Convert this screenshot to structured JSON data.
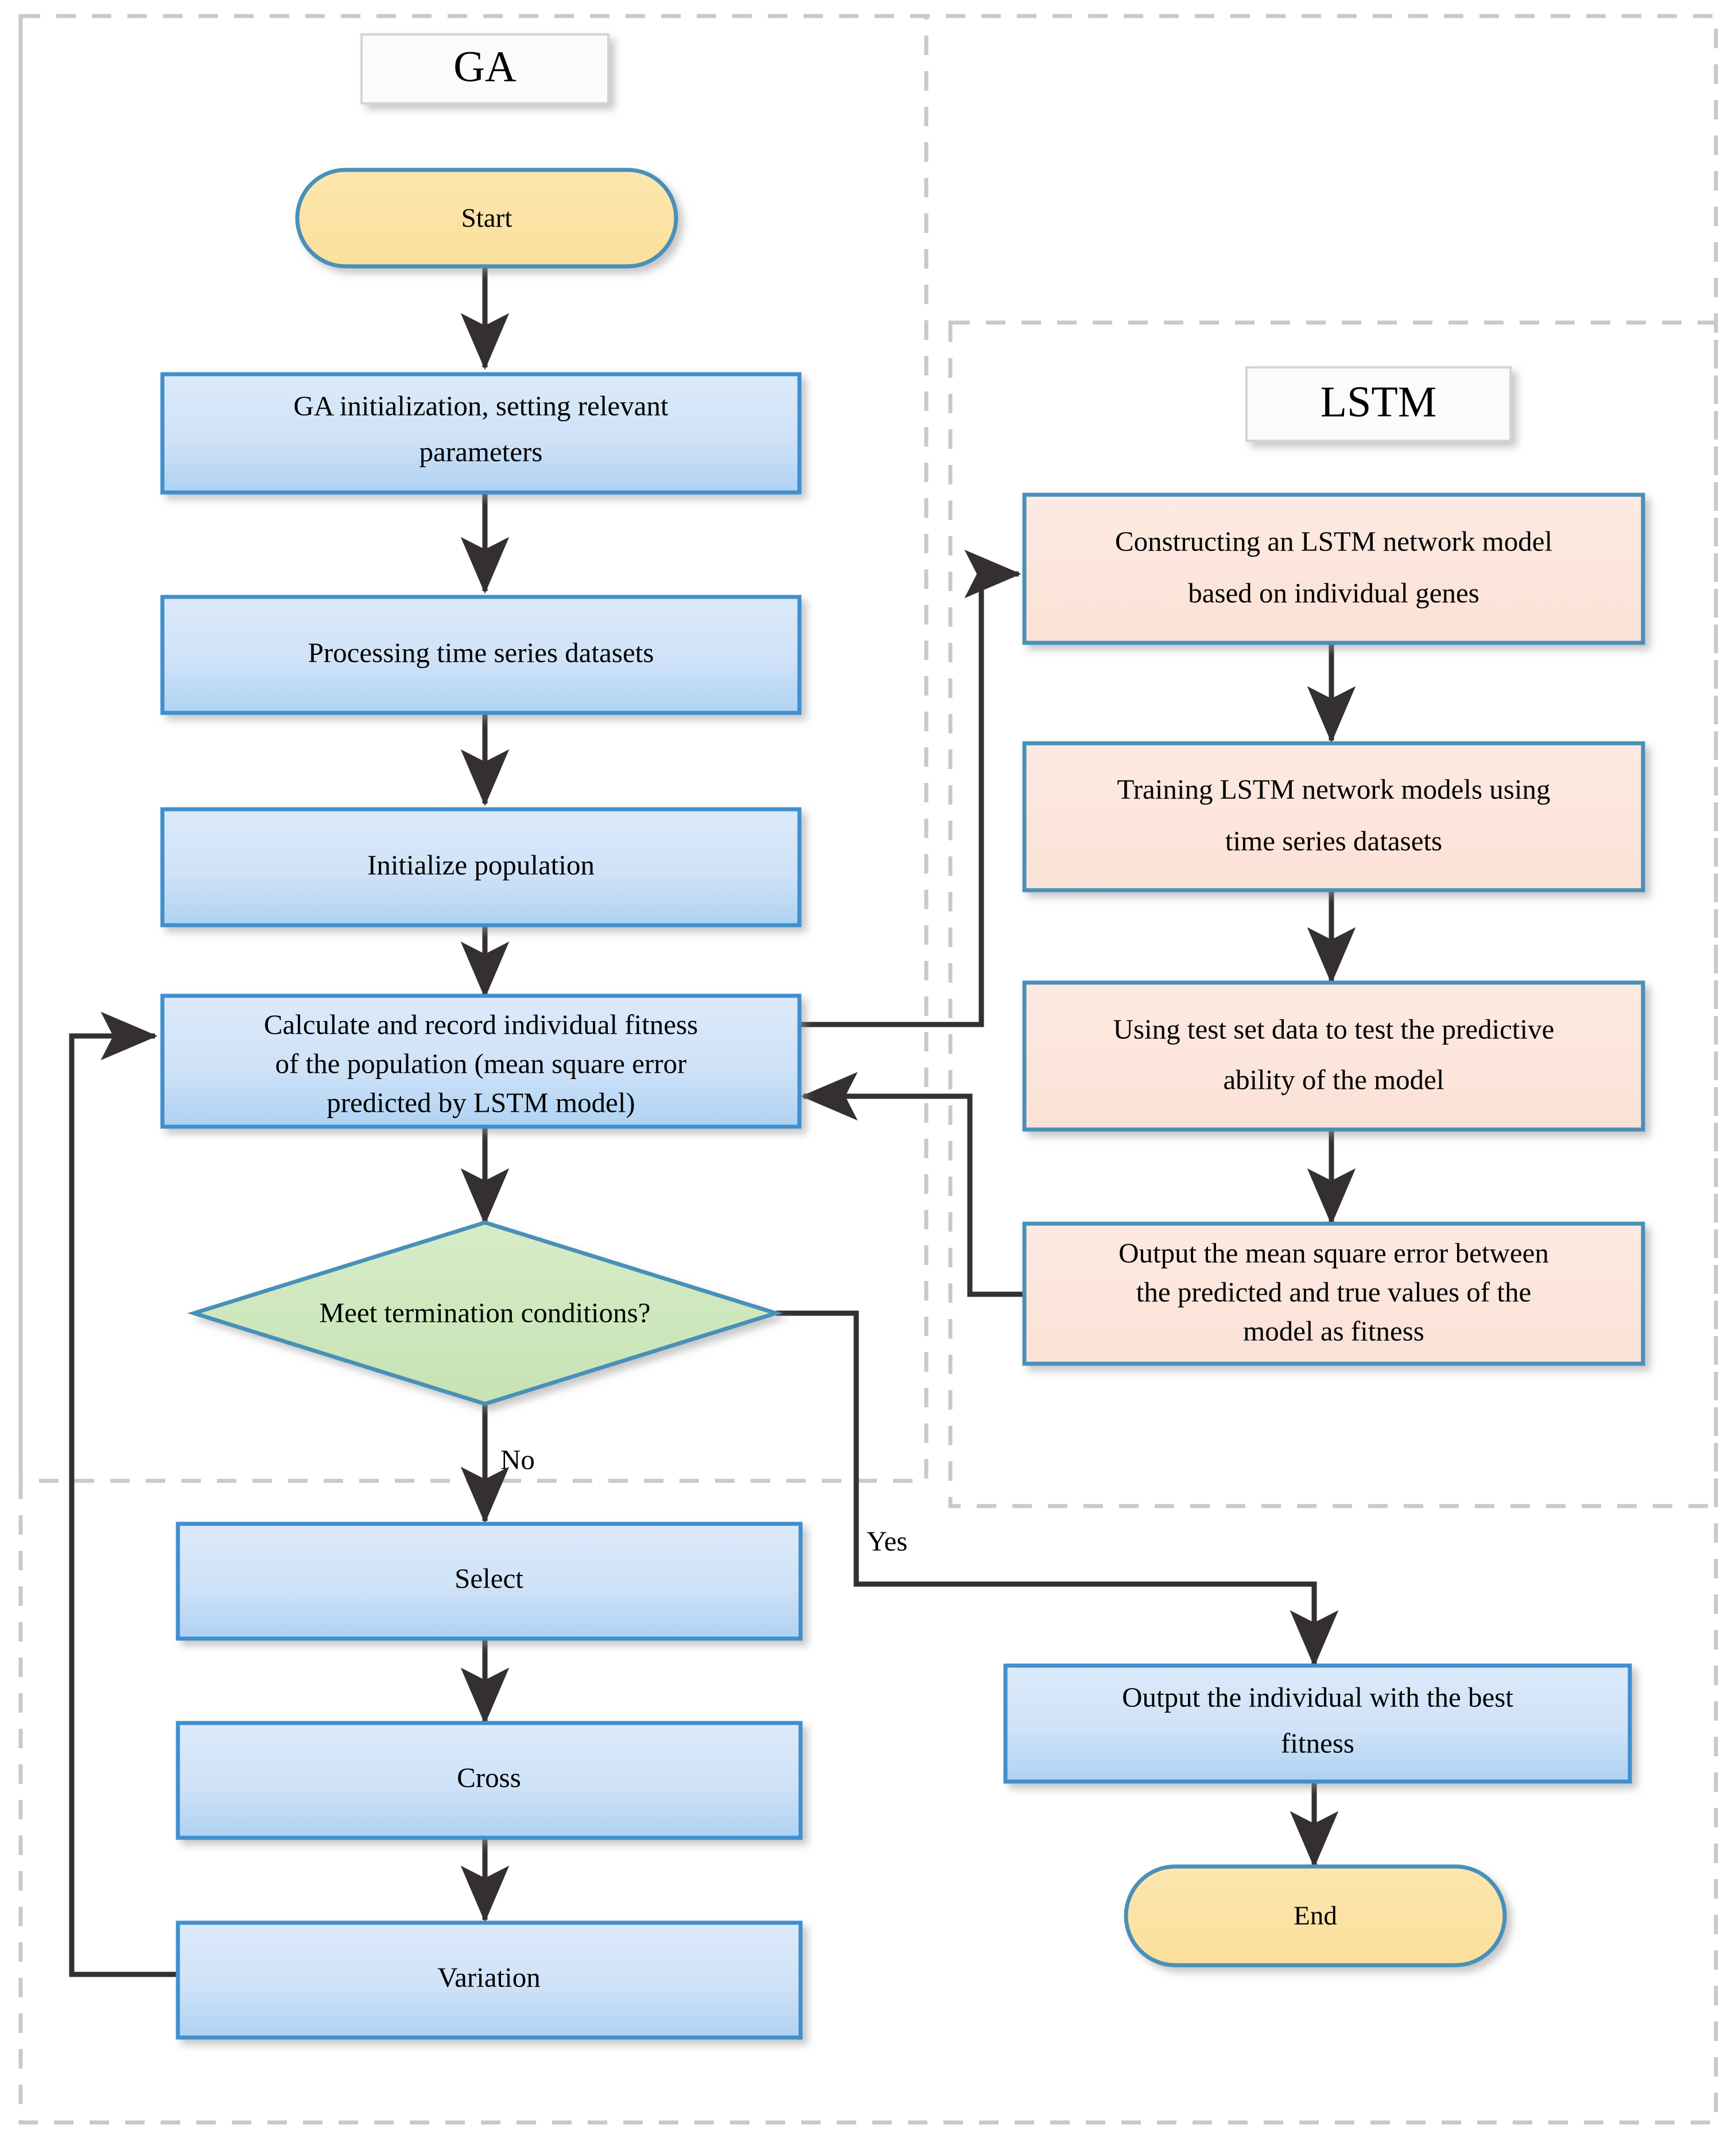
{
  "diagram": {
    "type": "flowchart",
    "title_groups": [
      {
        "id": "ga",
        "label": "GA"
      },
      {
        "id": "lstm",
        "label": "LSTM"
      }
    ],
    "colors": {
      "terminator_fill": "#fbe1a2",
      "terminator_border": "#4a90b8",
      "process_fill_light": "#d8e8fa",
      "process_fill_dark": "#aed0f0",
      "process_border": "#3f8fce",
      "decision_fill": "#cfe8c0",
      "decision_border": "#4a90b8",
      "lstm_fill": "#fbe4da",
      "lstm_border": "#4a90b8",
      "connector": "#332f33",
      "dashed_border": "#c9c9c9",
      "group_label_border": "#d4d4d4",
      "background": "#ffffff"
    },
    "nodes": [
      {
        "id": "start",
        "shape": "terminator",
        "group": "ga",
        "label": "Start"
      },
      {
        "id": "ga-init",
        "shape": "process",
        "group": "ga",
        "label": "GA initialization, setting relevant parameters",
        "lines": [
          "GA initialization, setting relevant",
          "parameters"
        ]
      },
      {
        "id": "process-data",
        "shape": "process",
        "group": "ga",
        "label": "Processing time series datasets",
        "lines": [
          "Processing time series datasets"
        ]
      },
      {
        "id": "init-pop",
        "shape": "process",
        "group": "ga",
        "label": "Initialize population",
        "lines": [
          "Initialize population"
        ]
      },
      {
        "id": "calc-fitness",
        "shape": "process",
        "group": "ga",
        "label": "Calculate and record individual fitness of the population (mean square error predicted by LSTM model)",
        "lines": [
          "Calculate and record individual fitness",
          "of the population (mean square error",
          "predicted by LSTM model)"
        ]
      },
      {
        "id": "decision",
        "shape": "decision",
        "group": "ga",
        "label": "Meet termination conditions?",
        "lines": [
          "Meet termination conditions?"
        ]
      },
      {
        "id": "select",
        "shape": "process",
        "group": "ga",
        "label": "Select",
        "lines": [
          "Select"
        ]
      },
      {
        "id": "cross",
        "shape": "process",
        "group": "ga",
        "label": "Cross",
        "lines": [
          "Cross"
        ]
      },
      {
        "id": "variation",
        "shape": "process",
        "group": "ga",
        "label": "Variation",
        "lines": [
          "Variation"
        ]
      },
      {
        "id": "construct-lstm",
        "shape": "process",
        "group": "lstm",
        "label": "Constructing an LSTM network model based on individual genes",
        "lines": [
          "Constructing an LSTM network model",
          "based on individual genes"
        ]
      },
      {
        "id": "train-lstm",
        "shape": "process",
        "group": "lstm",
        "label": "Training LSTM network models using time series datasets",
        "lines": [
          "Training LSTM network models using",
          "time series datasets"
        ]
      },
      {
        "id": "test-lstm",
        "shape": "process",
        "group": "lstm",
        "label": "Using test set data to test the predictive ability of the model",
        "lines": [
          "Using test set data to test the predictive",
          "ability of the model"
        ]
      },
      {
        "id": "output-mse",
        "shape": "process",
        "group": "lstm",
        "label": "Output the mean square error between the predicted and true values of the model as fitness",
        "lines": [
          "Output the mean square error between",
          "the predicted and true values of the",
          "model as fitness"
        ]
      },
      {
        "id": "output-best",
        "shape": "process",
        "group": "outer",
        "label": "Output the individual with the best fitness",
        "lines": [
          "Output the individual with the best",
          "fitness"
        ]
      },
      {
        "id": "end",
        "shape": "terminator",
        "group": "outer",
        "label": "End"
      }
    ],
    "edge_labels": [
      {
        "id": "no-label",
        "label": "No",
        "from": "decision",
        "to": "select"
      },
      {
        "id": "yes-label",
        "label": "Yes",
        "from": "decision",
        "to": "output-best"
      }
    ]
  }
}
